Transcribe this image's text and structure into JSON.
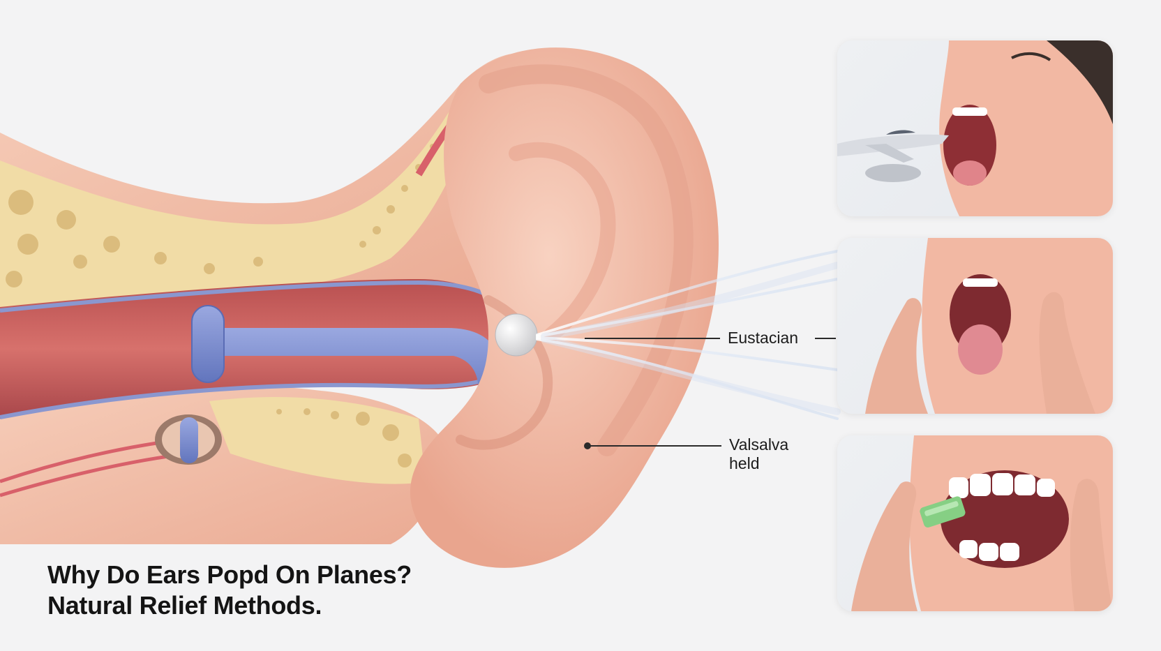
{
  "callouts": {
    "eustachian": "Eustacian",
    "valsalva_line1": "Valsalva",
    "valsalva_line2": "held"
  },
  "title": {
    "line1": "Why Do Ears Popd On Planes?",
    "line2": "Natural Relief Methods."
  },
  "panels": [
    {
      "name": "yawning-on-plane",
      "icons": [
        "airplane-icon",
        "open-mouth-face"
      ]
    },
    {
      "name": "jaw-movement",
      "icons": [
        "hands-on-cheeks",
        "tongue-out-face"
      ]
    },
    {
      "name": "chewing-gum",
      "icons": [
        "hands-on-cheeks",
        "gum-icon"
      ]
    }
  ],
  "colors": {
    "skin": "#f0b9a3",
    "bone": "#f1dca6",
    "canal": "#c9605e",
    "tube": "#7d8fcf",
    "gum": "#86cf84",
    "background": "#f3f3f4"
  }
}
